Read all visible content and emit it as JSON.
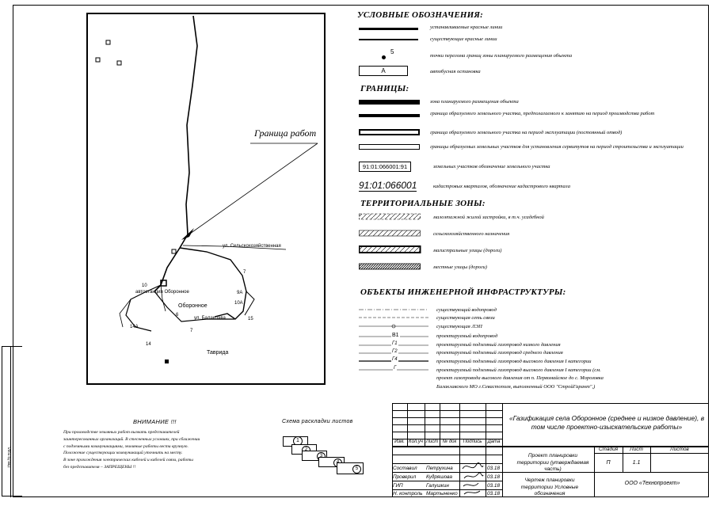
{
  "map": {
    "label_granitsa": "Граница работ",
    "street_upper": "ул. Сельскохозяйственная",
    "label_bus_stop": "автостанция Оборонное",
    "label_village": "Оборонное",
    "street_lower": "ул. Балаклава",
    "label_place": "Таврида",
    "numbers": [
      "10",
      "7",
      "9А",
      "10А",
      "15",
      "6",
      "14А",
      "14",
      "7"
    ]
  },
  "legend": {
    "title_main": "УСЛОВНЫЕ ОБОЗНАЧЕНИЯ:",
    "items_main": [
      "устанавливаемые красные линии",
      "существующие красные линии",
      "точки перелома границ зоны планируемого размещения объекта",
      "автобусная остановка"
    ],
    "point_number": "5",
    "bus_stop_symbol": "А",
    "title_borders": "ГРАНИЦЫ:",
    "items_borders": [
      "зона планируемого размещения объекта",
      "граница образуемого земельного участка, предполагаемого к занятию на период производства работ",
      "граница образуемого земельного участка на период эксплуатации (постоянный отвод)",
      "границы образуемых земельных участков для установления сервитутов на период строительства и эксплуатации",
      "земельных участков обозначение земельного участка",
      "кадастровых кварталов,  обозначение кадастрового квартала"
    ],
    "parcel_code": "91:01:066001:91",
    "quarter_code": "91:01:066001",
    "title_zones": "ТЕРРИТОРИАЛЬНЫЕ ЗОНЫ:",
    "items_zones": [
      "малоэтажной жилой застройки, в т.ч. усадебной",
      "сельскохозяйственного назначения",
      "магистральные улицы (дороги)",
      "местные улицы (дороги)"
    ],
    "title_infra": "ОБЪЕКТЫ ИНЖЕНЕРНОЙ ИНФРАСТРУКТУРЫ:",
    "items_infra": [
      "существующий водопровод",
      "существующая сеть связи",
      "существующая  ЛЭП",
      "проектируемый водопровод",
      "проектируемый подземный газопровод низкого давления",
      "проектируемый подземный газопровод среднего давления",
      "проектируемый подземный газопровод высокого давления I категории",
      "проектируемый подземный газопровод высокого давления       I категории (см.",
      "проект газопровода высокого давления от п. Первомайское до с. Морозовка",
      "Балаклавского МО г.Севастополя, выполненный ООО \"СтройГарант\",)"
    ],
    "infra_codes": [
      "В1",
      "Г1",
      "Г2",
      "Г4",
      "Г"
    ]
  },
  "warning": {
    "title": "ВНИМАНИЕ !!!",
    "lines": [
      "При производстве земляных работ вызвать представителей",
      "заинтересованных организаций. В стесненных условиях, при сближении",
      "с подземными коммуникациями, земляные работы вести вручную.",
      "Положение  существующих коммуникаций  уточнить на месту.",
      "В зоне прохождения электрических кабелей и кабелей связи, работы",
      "без представителя – ЗАПРЕЩЕНЫ !!"
    ]
  },
  "scheme": {
    "title": "Схема раскладки листов",
    "sheets": [
      "1",
      "2",
      "3",
      "4",
      "5"
    ]
  },
  "title_block": {
    "project_title": "«Газификация села Оборонное (среднее и низкое давление), в том числе проектно-изыскательские работы»",
    "header_cols": [
      "Изм.",
      "Кол.уч",
      "Лист",
      "№ док",
      "Подпись",
      "Дата"
    ],
    "roles": [
      "Составил",
      "Проверил",
      "ГИП",
      "Н. контроль"
    ],
    "names": [
      "Петрухина",
      "Кудряшова",
      "Галушкин",
      "Мартыненко"
    ],
    "dates": [
      "03.18",
      "03.18",
      "03.18",
      "03.18"
    ],
    "doc_name_1": "Проект планировки территории (утверждаемая часть)",
    "doc_name_2": "Чертеж планировки территории Условные обозначения",
    "stage_headers": [
      "Стадия",
      "Лист",
      "Листов"
    ],
    "stage_values": [
      "П",
      "1.1",
      ""
    ],
    "company": "ООО «Технопроект»"
  },
  "side_stamp": "Инв.№ подл."
}
